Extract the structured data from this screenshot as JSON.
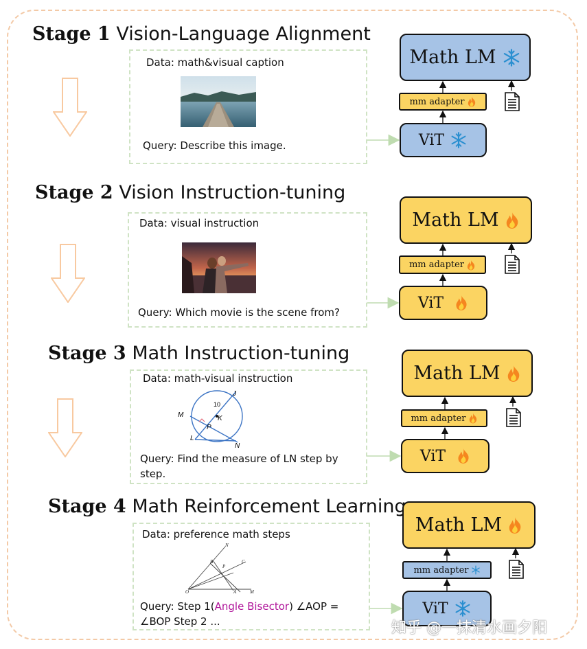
{
  "stages": [
    {
      "num": "Stage 1",
      "title": "Vision-Language Alignment",
      "data_label": "Data: math&visual caption",
      "query_parts": [
        {
          "text": "Query: Describe this image."
        }
      ],
      "lm": {
        "label": "Math LM",
        "icon": "snowflake-icon",
        "color": "#a6c3e6"
      },
      "adapter": {
        "label": "mm adapter",
        "icon": "fire-icon",
        "color": "#fbd462"
      },
      "vit": {
        "label": "ViT",
        "icon": "snowflake-icon",
        "color": "#a6c3e6"
      }
    },
    {
      "num": "Stage 2",
      "title": "Vision Instruction-tuning",
      "data_label": "Data: visual instruction",
      "query_parts": [
        {
          "text": "Query: Which movie is the scene from?"
        }
      ],
      "lm": {
        "label": "Math LM",
        "icon": "fire-icon",
        "color": "#fbd462"
      },
      "adapter": {
        "label": "mm adapter",
        "icon": "fire-icon",
        "color": "#fbd462"
      },
      "vit": {
        "label": "ViT",
        "icon": "fire-icon",
        "color": "#fbd462"
      }
    },
    {
      "num": "Stage 3",
      "title": "Math Instruction-tuning",
      "data_label": "Data: math-visual instruction",
      "query_parts": [
        {
          "text": "Query: Find the measure of LN step by step."
        }
      ],
      "diagram_labels": {
        "top_right": "J",
        "number": "10",
        "center": "K",
        "left": "M",
        "mid": "P",
        "lower_left": "L",
        "bottom": "N"
      },
      "lm": {
        "label": "Math LM",
        "icon": "fire-icon",
        "color": "#fbd462"
      },
      "adapter": {
        "label": "mm adapter",
        "icon": "fire-icon",
        "color": "#fbd462"
      },
      "vit": {
        "label": "ViT",
        "icon": "fire-icon",
        "color": "#fbd462"
      }
    },
    {
      "num": "Stage 4",
      "title": "Math Reinforcement Learning",
      "data_label": "Data: preference math steps",
      "query_parts": [
        {
          "text": "Query: Step 1("
        },
        {
          "text": "Angle Bisector",
          "highlight": true
        },
        {
          "text": ") ∠AOP = ∠BOP Step 2 ..."
        }
      ],
      "diagram_labels": {
        "top": "N",
        "b": "B",
        "p": "P",
        "c": "C",
        "o": "O",
        "a": "A",
        "m": "M"
      },
      "lm": {
        "label": "Math LM",
        "icon": "fire-icon",
        "color": "#fbd462"
      },
      "adapter": {
        "label": "mm adapter",
        "icon": "snowflake-icon",
        "color": "#a6c3e6"
      },
      "vit": {
        "label": "ViT",
        "icon": "snowflake-icon",
        "color": "#a6c3e6"
      }
    }
  ],
  "watermark": "知乎 @一抹清水画夕阳",
  "colors": {
    "frozen": "#a6c3e6",
    "trainable": "#fbd462",
    "arrow": "#f8c9a0",
    "databox_border": "#cfe3c4",
    "highlight": "#b0169a"
  }
}
